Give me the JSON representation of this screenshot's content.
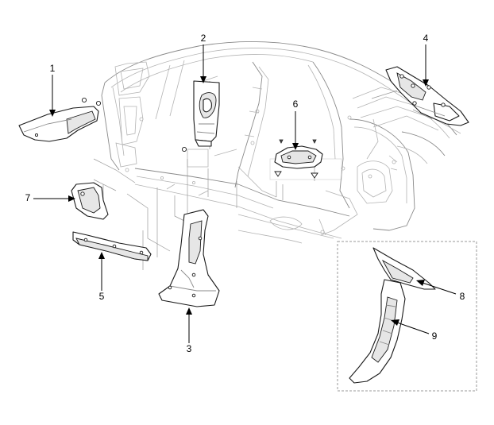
{
  "callouts": [
    "1",
    "2",
    "3",
    "4",
    "5",
    "6",
    "7",
    "8",
    "9"
  ],
  "colors": {
    "background": "#ffffff",
    "part_outline": "#1a1a1a",
    "body_line": "#b4b4b4",
    "inset_border": "#9a9a9a"
  }
}
